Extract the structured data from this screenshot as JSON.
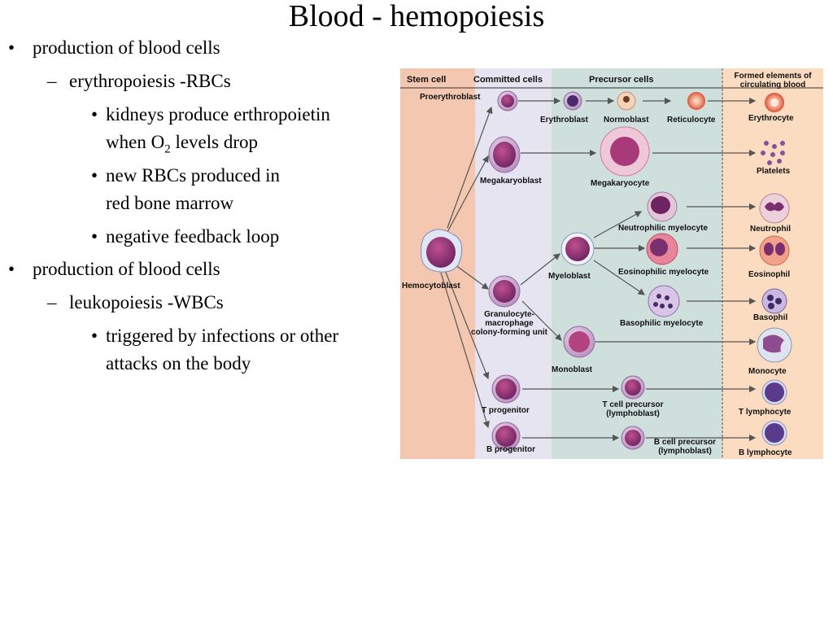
{
  "slide": {
    "title": "Blood - hemopoiesis",
    "bullets": [
      {
        "level": 1,
        "marker": "•",
        "text": "production of blood cells"
      },
      {
        "level": 2,
        "marker": "–",
        "text": "erythropoiesis -RBCs"
      },
      {
        "level": 3,
        "marker": "•",
        "line1": "kidneys produce erthropoietin",
        "line2_before": "when O",
        "line2_sub": "2",
        "line2_after": " levels drop"
      },
      {
        "level": 3,
        "marker": "•",
        "line1": "new RBCs produced in",
        "line2": "red bone marrow"
      },
      {
        "level": 3,
        "marker": "•",
        "text": "negative feedback loop"
      },
      {
        "level": 1,
        "marker": "•",
        "text": "production of blood cells"
      },
      {
        "level": 2,
        "marker": "–",
        "text": "leukopoiesis -WBCs"
      },
      {
        "level": 3,
        "marker": "•",
        "line1": "triggered by infections or other",
        "line2": "attacks on the body"
      }
    ]
  },
  "diagram": {
    "columns": {
      "stem": "Stem cell",
      "committed": "Committed cells",
      "precursor": "Precursor cells",
      "formed_1": "Formed elements of",
      "formed_2": "circulating blood"
    },
    "labels": {
      "proerythroblast": "Proerythroblast",
      "erythroblast": "Erythroblast",
      "normoblast": "Normoblast",
      "reticulocyte": "Reticulocyte",
      "erythrocyte": "Erythrocyte",
      "megakaryoblast": "Megakaryoblast",
      "megakaryocyte": "Megakaryocyte",
      "platelets": "Platelets",
      "neutrophilic_myelocyte": "Neutrophilic myelocyte",
      "neutrophil": "Neutrophil",
      "hemocytoblast": "Hemocytoblast",
      "myeloblast": "Myeloblast",
      "eosinophilic_myelocyte": "Eosinophilic myelocyte",
      "eosinophil": "Eosinophil",
      "gm_1": "Granulocyte-",
      "gm_2": "macrophage",
      "gm_3": "colony-forming unit",
      "basophilic_myelocyte": "Basophilic myelocyte",
      "basophil": "Basophil",
      "monoblast": "Monoblast",
      "monocyte": "Monocyte",
      "t_progenitor": "T progenitor",
      "t_precursor_1": "T cell precursor",
      "t_precursor_2": "(lymphoblast)",
      "t_lymphocyte": "T lymphocyte",
      "b_progenitor": "B progenitor",
      "b_precursor_1": "B cell precursor",
      "b_precursor_2": "(lymphoblast)",
      "b_lymphocyte": "B lymphocyte"
    },
    "colors": {
      "stem_band": "#f4c7b0",
      "committed_band": "#e7e4f1",
      "precursor_band": "#cfdfdc",
      "formed_band": "#fbdcc0",
      "cell_fill": "#c9a0c9",
      "nucleus": "#7a2f6e"
    }
  }
}
